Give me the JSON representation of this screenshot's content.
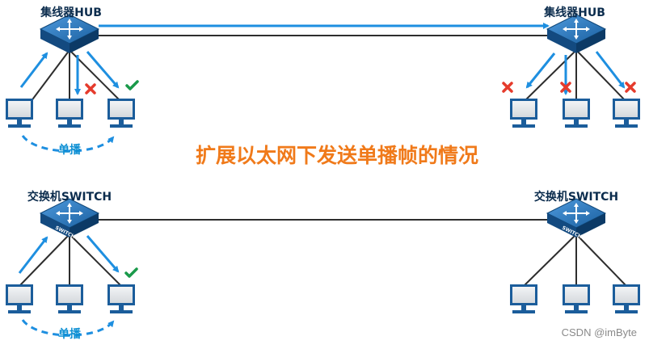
{
  "title": "扩展以太网下发送单播帧的情况",
  "hub_label": "集线器HUB",
  "switch_label": "交换机SWITCH",
  "switch_badge": "SWITCH",
  "unicast_label": "单播",
  "watermark": "CSDN @imByte",
  "colors": {
    "arrow": "#1e8fe0",
    "title": "#f07a1a",
    "cross": "#e53b2c",
    "check": "#1a9a4a",
    "device": "#1b5d9b"
  },
  "icons": {
    "hub": "network-hub-icon",
    "switch": "network-switch-icon",
    "pc": "computer-icon",
    "deliver": "check-icon",
    "drop": "cross-icon"
  }
}
